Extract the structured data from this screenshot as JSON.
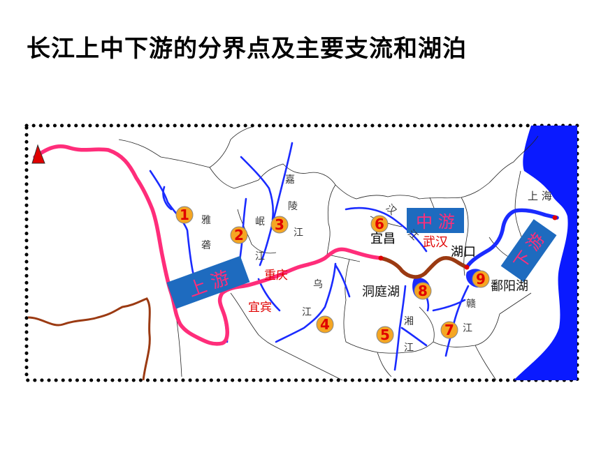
{
  "title": "长江上中下游的分界点及主要支流和湖泊",
  "colors": {
    "upper_river": "#ff2d7a",
    "middle_river": "#9b3a12",
    "lower_river": "#1a2bff",
    "tributary": "#1a2bff",
    "sea": "#0a1aff",
    "section_box": "#1e6bbf",
    "badge": "#f5a623",
    "city_red": "#e00000"
  },
  "sections": {
    "upper": "上 游",
    "middle": "中 游",
    "lower": "下 游"
  },
  "markers": [
    "1",
    "2",
    "3",
    "4",
    "5",
    "6",
    "7",
    "8",
    "9"
  ],
  "cities": {
    "chongqing": "重庆",
    "yibin": "宜宾",
    "yichang": "宜昌",
    "wuhan": "武汉",
    "hukou": "湖口",
    "shanghai": "上 海"
  },
  "lakes": {
    "dongting": "洞庭湖",
    "poyang": "鄱阳湖"
  },
  "rivers": {
    "yalong": [
      "雅",
      "砻"
    ],
    "min": [
      "岷",
      "江"
    ],
    "jialing": [
      "嘉",
      "陵",
      "江"
    ],
    "wu": [
      "乌",
      "江"
    ],
    "xiang": [
      "湘",
      "江"
    ],
    "gan": [
      "赣",
      "江"
    ],
    "han": [
      "汉",
      "江"
    ]
  }
}
